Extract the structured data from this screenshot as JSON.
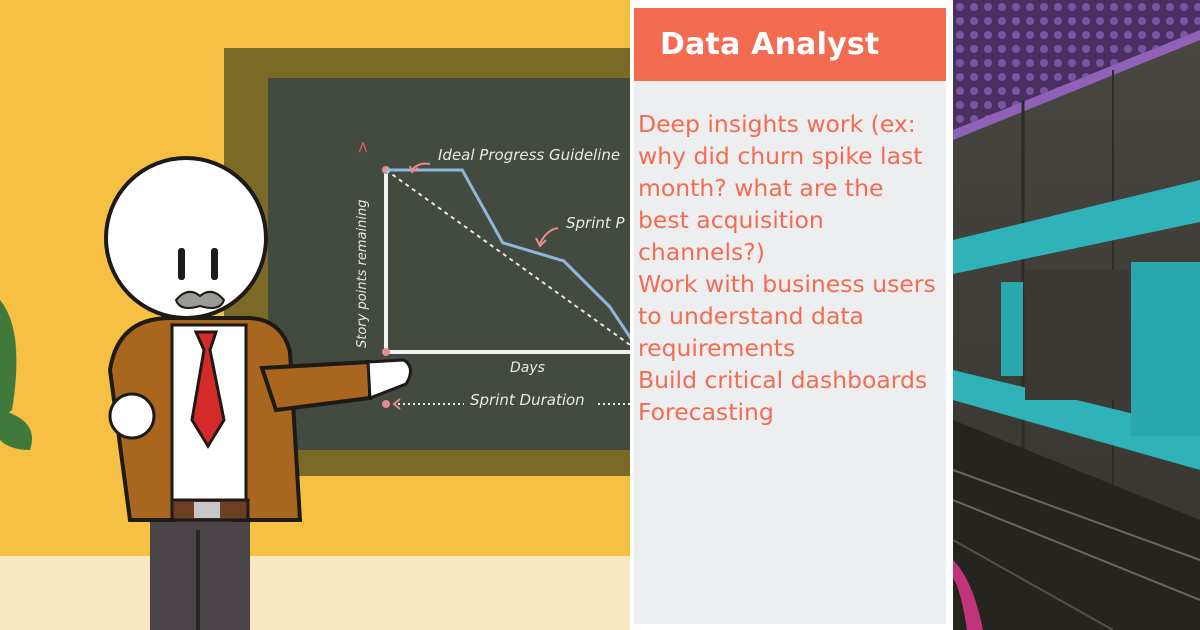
{
  "illustration": {
    "chart_data": {
      "type": "line",
      "ylabel": "Story points remaining",
      "xlabel": "Days",
      "annotations": [
        "Ideal Progress Guideline",
        "Sprint P",
        "Sprint Duration"
      ],
      "series": [
        {
          "name": "Ideal Progress Guideline",
          "points": [
            [
              0,
              100
            ],
            [
              100,
              0
            ]
          ]
        },
        {
          "name": "Sprint P",
          "points": [
            [
              0,
              100
            ],
            [
              30,
              100
            ],
            [
              46,
              60
            ],
            [
              70,
              50
            ],
            [
              88,
              25
            ],
            [
              100,
              0
            ]
          ]
        }
      ],
      "xlim": [
        0,
        100
      ],
      "ylim": [
        0,
        100
      ]
    }
  },
  "card": {
    "title": "Data Analyst",
    "items": [
      "Deep insights work (ex: why did churn spike last month? what are the best acquisition channels?)",
      "Work with business users to understand data requirements",
      "Build critical dashboards",
      "Forecasting"
    ],
    "colors": {
      "accent": "#f36c52",
      "background": "#edeef0"
    }
  }
}
